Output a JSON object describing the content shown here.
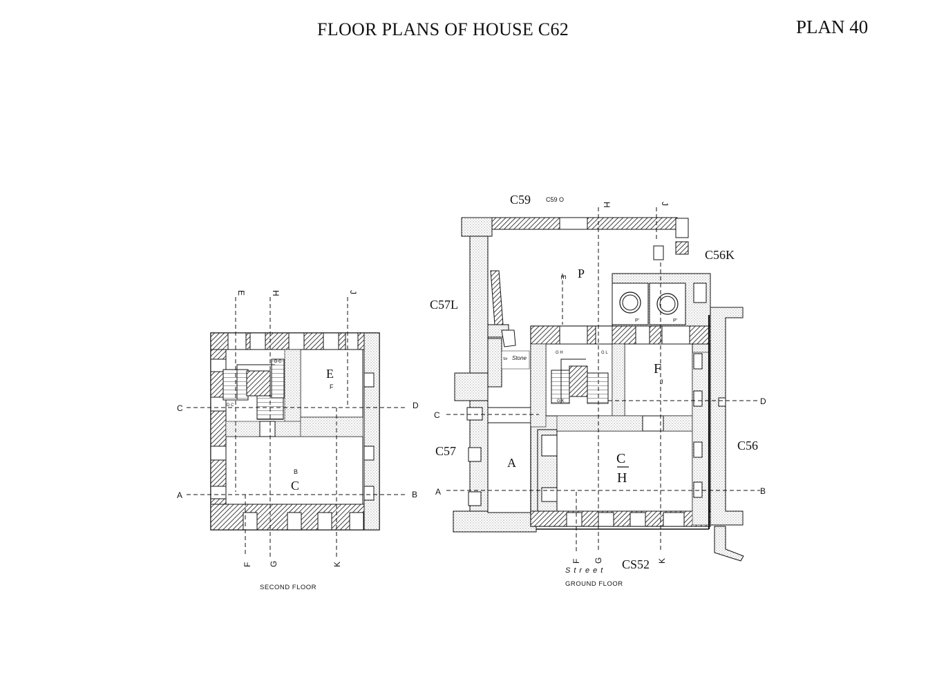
{
  "header": {
    "title": "FLOOR PLANS OF HOUSE C62",
    "plan_number": "PLAN 40"
  },
  "second_floor": {
    "caption": "SECOND FLOOR",
    "rooms": {
      "e": "E",
      "e_sub": "F",
      "c": "C",
      "c_sub": "B"
    },
    "small": {
      "dc_top": "D C",
      "dc_bottom": "D C"
    },
    "section_marks": {
      "a": "A",
      "b": "B",
      "c": "C",
      "d": "D",
      "e": "E",
      "h": "H",
      "j": "J",
      "f": "F",
      "g": "G",
      "k": "K"
    }
  },
  "ground_floor": {
    "caption": "GROUND FLOOR",
    "street": "Street",
    "rooms": {
      "p": "P",
      "f": "F",
      "f_sub": "J",
      "a": "A",
      "c": "C",
      "h": "H",
      "p1": "P'",
      "p2": "P'"
    },
    "stone_label": "Stone",
    "stone_prefix": "Str",
    "small": {
      "gl_left": "G H",
      "gl_right": "G L",
      "gk": "G K",
      "e_mark": "E"
    },
    "section_marks": {
      "a": "A",
      "b": "B",
      "c": "C",
      "d": "D",
      "h": "H",
      "j": "J",
      "f": "F",
      "g": "G",
      "k": "K"
    },
    "neighbours": {
      "c59": "C59",
      "c59o": "C59 O",
      "c56k": "C56K",
      "c57l": "C57L",
      "c57": "C57",
      "c56": "C56",
      "cs52": "CS52"
    }
  }
}
